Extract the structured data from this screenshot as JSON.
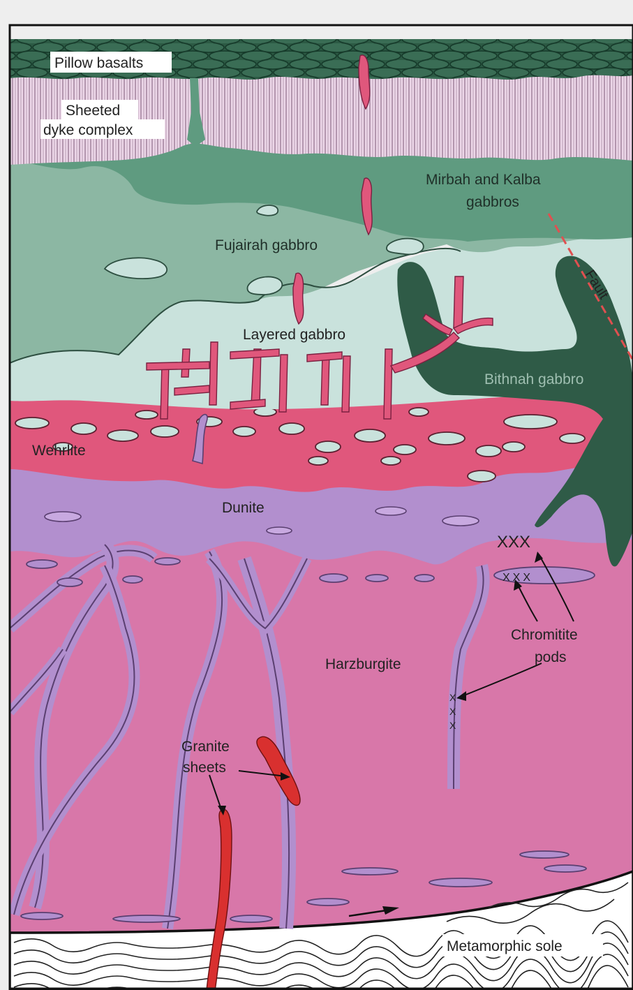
{
  "diagram": {
    "labels": {
      "pillow_basalts": "Pillow basalts",
      "sheeted_line1": "Sheeted",
      "sheeted_line2": "dyke complex",
      "mirbah_line1": "Mirbah and Kalba",
      "mirbah_line2": "gabbros",
      "fujairah": "Fujairah gabbro",
      "fault": "Fault",
      "layered": "Layered gabbro",
      "bithnah": "Bithnah gabbro",
      "wehrlite": "Wehrlite",
      "dunite": "Dunite",
      "chromitite_line1": "Chromitite",
      "chromitite_line2": "pods",
      "harzburgite": "Harzburgite",
      "granite_line1": "Granite",
      "granite_line2": "sheets",
      "metamorphic_sole": "Metamorphic sole"
    },
    "chromitite_marks": {
      "upper": "XXX",
      "pod": "XXX",
      "dyke": "X"
    },
    "colors": {
      "background": "#eeeeee",
      "pillow": "#2e5b45",
      "sheeted": "#e9d2e4",
      "mirbah": "#5f9b80",
      "fujairah": "#8cb7a3",
      "layered": "#c9e2dc",
      "bithnah": "#2f5b47",
      "wehrlite": "#e0577c",
      "dunite": "#b28fce",
      "harzburgite": "#d877a9",
      "granite": "#d9302f",
      "fault": "#e05050",
      "sole": "#ffffff"
    }
  }
}
